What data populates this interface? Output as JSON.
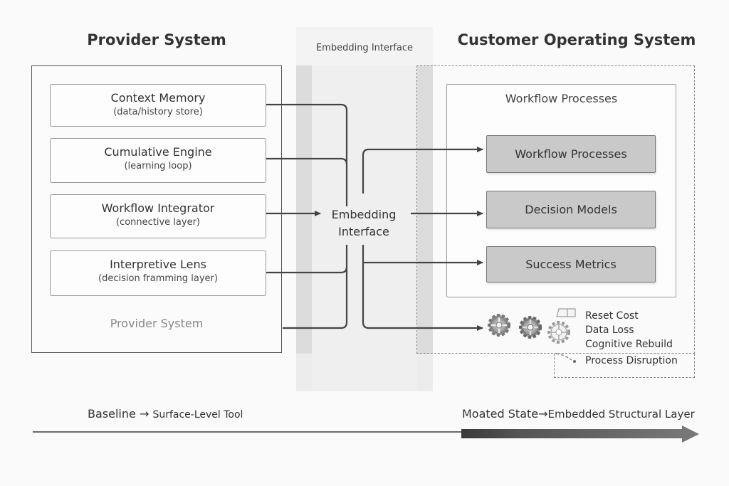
{
  "titles": {
    "provider": "Provider System",
    "customer": "Customer Operating System",
    "interface_band": "Embedding Interface"
  },
  "provider": {
    "components": [
      {
        "title": "Context Memory",
        "subtitle": "(data/history store)"
      },
      {
        "title": "Cumulative Engine",
        "subtitle": "(learning loop)"
      },
      {
        "title": "Workflow Integrator",
        "subtitle": "(connective layer)"
      },
      {
        "title": "Interpretive Lens",
        "subtitle": "(decision framming layer)"
      }
    ],
    "footer_label": "Provider System"
  },
  "interface": {
    "line1": "Embedding",
    "line2": "Interface"
  },
  "customer": {
    "container_title": "Workflow Processes",
    "targets": [
      "Workflow Processes",
      "Decision Models",
      "Success Metrics"
    ],
    "switching_costs": [
      "Reset Cost",
      "Data Loss",
      "Cognitive Rebuild"
    ],
    "disruption_label": "Process Disruption",
    "icons": [
      "gear-icon",
      "gear-icon",
      "gear-icon",
      "eraser-icon"
    ]
  },
  "axis": {
    "left_main": "Baseline",
    "left_arrow": "→",
    "left_sub": "Surface-Level Tool",
    "right_main": "Moated State",
    "right_arrow": "→",
    "right_sub": "Embedded Structural Layer"
  },
  "colors": {
    "line": "#444444",
    "target_fill": "#c9c9c9",
    "band": "#efefef",
    "gradient_start": "#3a3a3a",
    "gradient_end": "#7a7a7a"
  }
}
